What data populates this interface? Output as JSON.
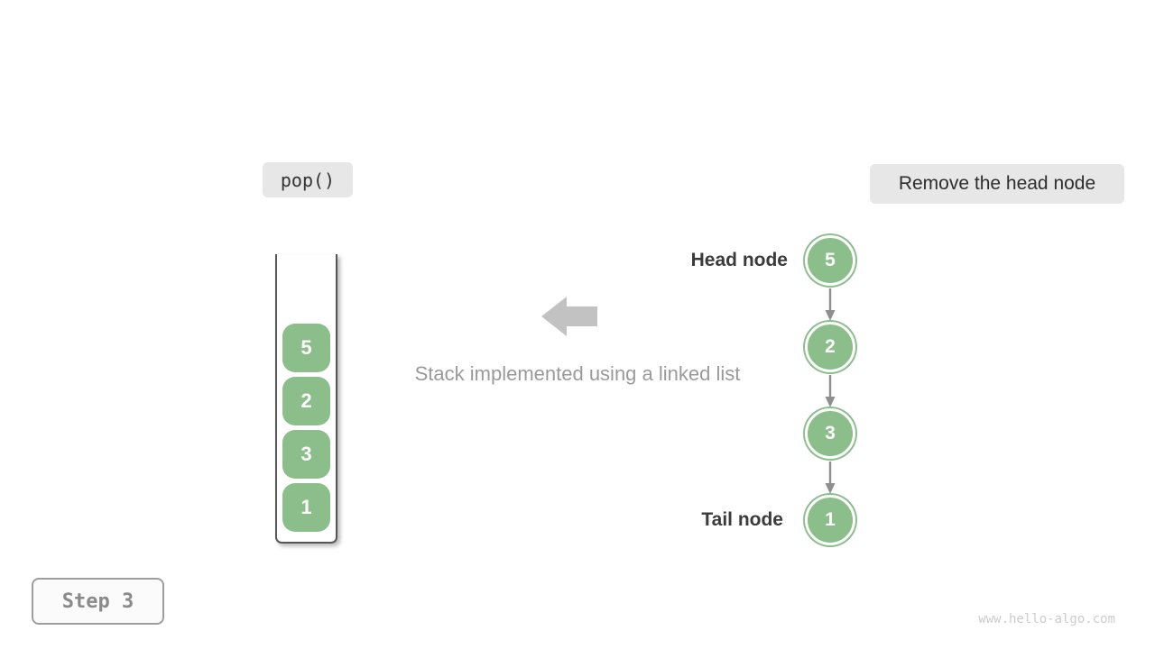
{
  "operation": {
    "label": "pop()"
  },
  "annotation": {
    "label": "Remove the head node"
  },
  "stack": {
    "items": [
      "5",
      "2",
      "3",
      "1"
    ]
  },
  "caption": "Stack implemented using a linked list",
  "linked_list": {
    "head_label": "Head node",
    "tail_label": "Tail node",
    "nodes": [
      "5",
      "2",
      "3",
      "1"
    ]
  },
  "step": {
    "label": "Step 3"
  },
  "watermark": "www.hello-algo.com",
  "colors": {
    "node_green": "#8cbe8c",
    "badge_bg": "#e7e7e7",
    "arrow_gray": "#c2c2c2",
    "link_arrow_gray": "#8f8f8f",
    "caption_gray": "#9a9a9a",
    "step_text": "#8a8a8a",
    "watermark_gray": "#cccccc",
    "text_dark": "#333333"
  }
}
